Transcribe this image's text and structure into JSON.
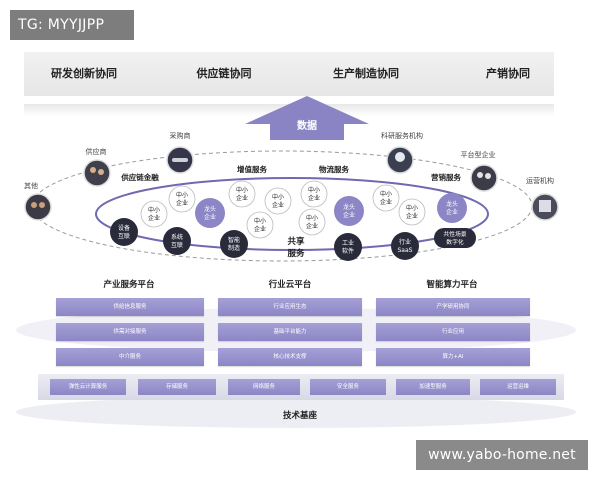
{
  "watermarks": {
    "top_left": "TG: MYYJJPP",
    "bottom_right": "www.yabo-home.net"
  },
  "top_band": {
    "labels": [
      "研发创新协同",
      "供应链协同",
      "生产制造协同",
      "产销协同"
    ]
  },
  "arrow_label": "数据",
  "stakeholders": [
    {
      "label": "其他"
    },
    {
      "label": "供应商"
    },
    {
      "label": "采购商"
    },
    {
      "label": "科研服务机构"
    },
    {
      "label": "平台型企业"
    },
    {
      "label": "运营机构"
    }
  ],
  "ring_labels": {
    "supply_finance": "供应链金融",
    "value_added": "增值服务",
    "logistics": "物流服务",
    "marketing": "营销服务"
  },
  "ecosystem_nodes": {
    "leading_enterprise": "龙头企业",
    "sme": "中小企业",
    "equipment": "设备互联",
    "system": "系统互联",
    "smart_mfg": "智能制造",
    "industrial_sw": "工业软件",
    "industry_saas": "行业SaaS",
    "digitalization": "共性场景数字化"
  },
  "shared_services": "共享服务",
  "platforms": [
    {
      "title": "产业服务平台",
      "rows": [
        "供给信息服务",
        "供需对接服务",
        "中介服务"
      ]
    },
    {
      "title": "行业云平台",
      "rows": [
        "行业应用生态",
        "基础平台能力",
        "核心技术支撑"
      ]
    },
    {
      "title": "智能算力平台",
      "rows": [
        "产学研用协同",
        "行业应用",
        "算力+AI"
      ]
    }
  ],
  "infrastructure": {
    "items": [
      "弹性云计算服务",
      "存储服务",
      "网络服务",
      "安全服务",
      "加速型服务",
      "运营运维"
    ],
    "title": "技术基座"
  },
  "colors": {
    "accent_purple": "#8c86c6",
    "arrow_purple": "#8a84c4",
    "dark_node": "#2a2b3a",
    "light_node": "#ffffff"
  }
}
